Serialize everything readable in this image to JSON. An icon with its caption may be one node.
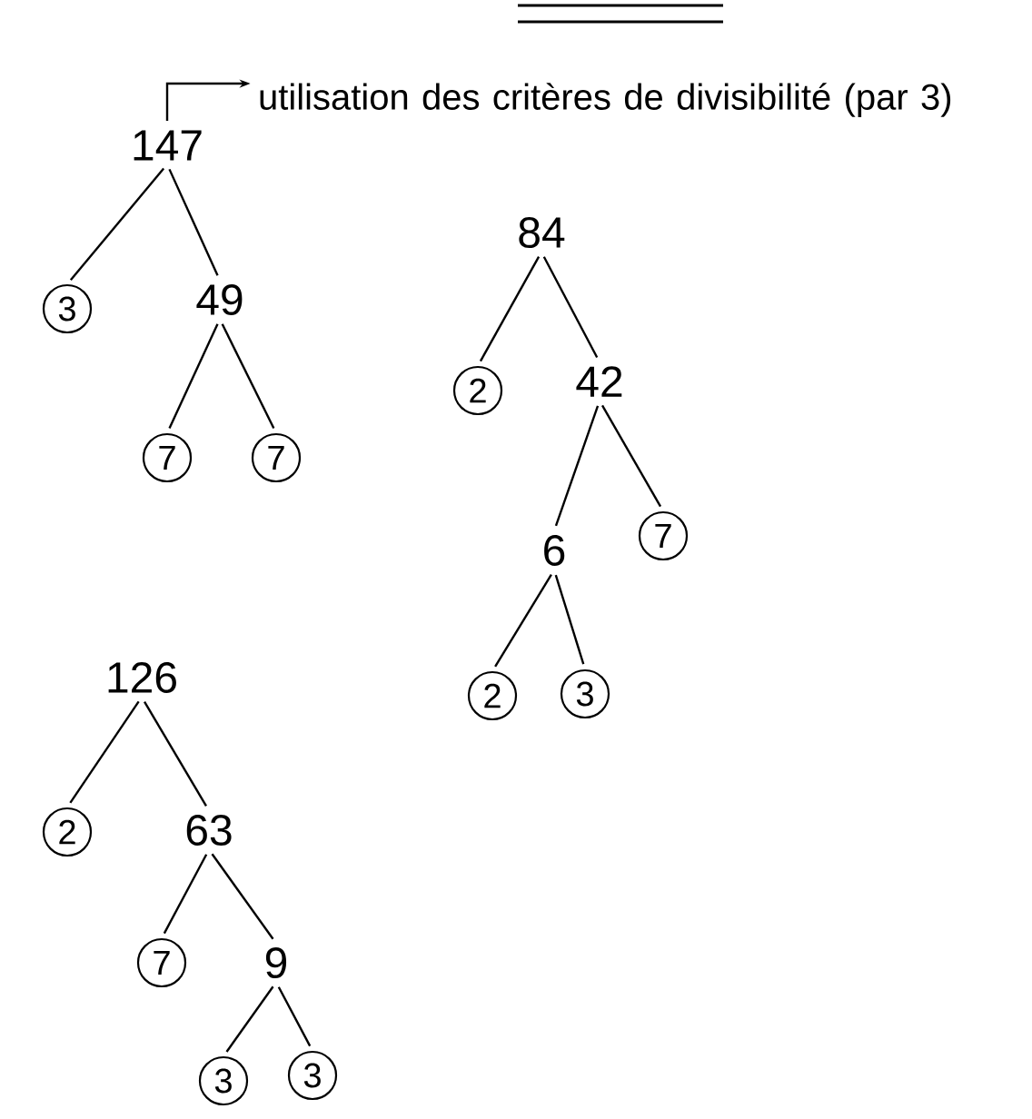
{
  "diagram": {
    "nodes": [
      {
        "text": [
          "147"
        ]
      },
      {
        "text": [
          "utilisation des critères de divisibilité (par 3)"
        ]
      },
      {
        "text": [
          "3"
        ]
      },
      {
        "text": [
          "49"
        ]
      },
      {
        "text": [
          "7"
        ]
      },
      {
        "text": [
          "7"
        ]
      },
      {
        "text": [
          "84"
        ]
      },
      {
        "text": [
          "2"
        ]
      },
      {
        "text": [
          "42"
        ]
      },
      {
        "text": [
          "6"
        ]
      },
      {
        "text": [
          "7"
        ]
      },
      {
        "text": [
          "2"
        ]
      },
      {
        "text": [
          "3"
        ]
      },
      {
        "text": [
          "126"
        ]
      },
      {
        "text": [
          "2"
        ]
      },
      {
        "text": [
          "63"
        ]
      },
      {
        "text": [
          "7"
        ]
      },
      {
        "text": [
          "9"
        ]
      },
      {
        "text": [
          "3"
        ]
      },
      {
        "text": [
          "3"
        ]
      }
    ],
    "edges": [
      {
        "from": 0,
        "to": 1,
        "arrow": "to"
      },
      {
        "from": 0,
        "to": 2,
        "arrow": "none"
      },
      {
        "from": 0,
        "to": 3,
        "arrow": "none"
      },
      {
        "from": 3,
        "to": 4,
        "arrow": "none"
      },
      {
        "from": 3,
        "to": 5,
        "arrow": "none"
      },
      {
        "from": 6,
        "to": 7,
        "arrow": "none"
      },
      {
        "from": 6,
        "to": 8,
        "arrow": "none"
      },
      {
        "from": 8,
        "to": 9,
        "arrow": "none"
      },
      {
        "from": 8,
        "to": 10,
        "arrow": "none"
      },
      {
        "from": 9,
        "to": 11,
        "arrow": "none"
      },
      {
        "from": 9,
        "to": 12,
        "arrow": "none"
      },
      {
        "from": 13,
        "to": 14,
        "arrow": "none"
      },
      {
        "from": 13,
        "to": 15,
        "arrow": "none"
      },
      {
        "from": 15,
        "to": 16,
        "arrow": "none"
      },
      {
        "from": 15,
        "to": 17,
        "arrow": "none"
      },
      {
        "from": 17,
        "to": 18,
        "arrow": "none"
      },
      {
        "from": 17,
        "to": 19,
        "arrow": "none"
      }
    ]
  }
}
